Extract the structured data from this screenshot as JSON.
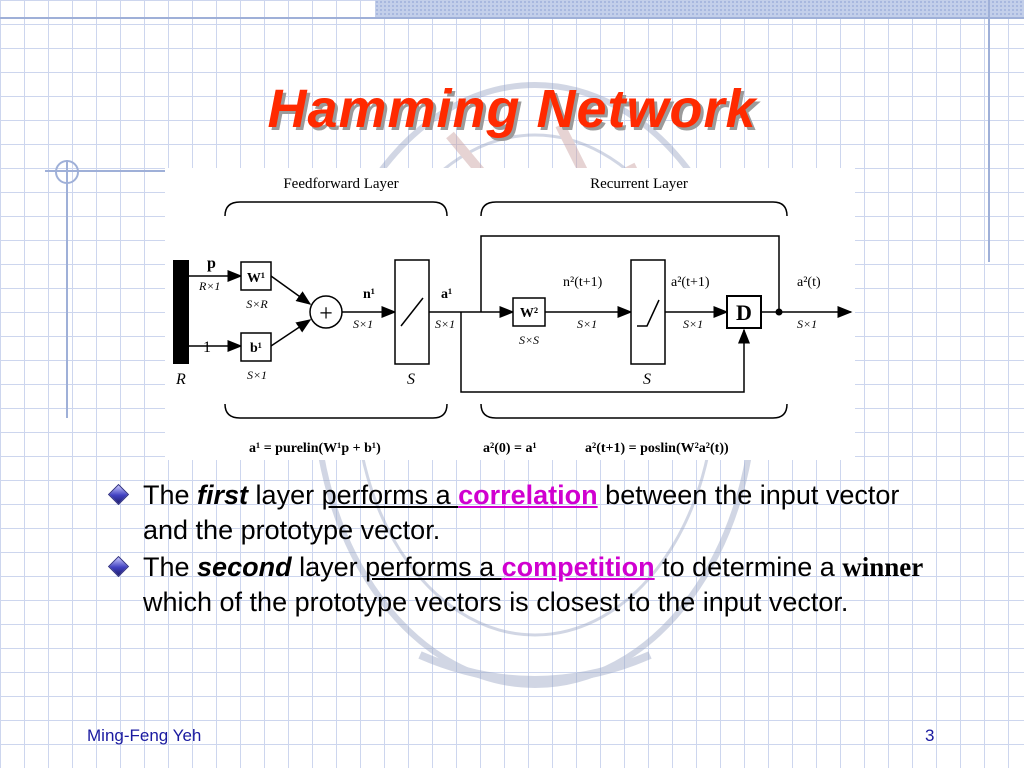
{
  "slide": {
    "title": "Hamming Network",
    "page_number": "3",
    "author": "Ming-Feng Yeh"
  },
  "diagram": {
    "feedforward_label": "Feedforward Layer",
    "recurrent_label": "Recurrent Layer",
    "input": {
      "symbol": "p",
      "dim": "R×1",
      "size_label": "R"
    },
    "bias_input": "1",
    "w1": {
      "label": "W¹",
      "dim": "S×R"
    },
    "b1": {
      "label": "b¹",
      "dim": "S×1"
    },
    "sum_symbol": "+",
    "n1": {
      "label": "n¹",
      "dim": "S×1"
    },
    "a1": {
      "label": "a¹",
      "dim": "S×1"
    },
    "layer1_size": "S",
    "w2": {
      "label": "W²",
      "dim": "S×S"
    },
    "n2": {
      "label": "n²(t+1)",
      "dim": "S×1"
    },
    "a2_next": {
      "label": "a²(t+1)",
      "dim": "S×1"
    },
    "delay": "D",
    "a2": {
      "label": "a²(t)",
      "dim": "S×1"
    },
    "layer2_size": "S",
    "eq1": "a¹ = purelin(W¹p + b¹)",
    "eq2": "a²(0) = a¹",
    "eq3": "a²(t+1) = poslin(W²a²(t))"
  },
  "bullets": [
    {
      "t1": "The ",
      "kw": "first",
      "t2": " layer ",
      "u1": "performs a ",
      "hl": "correlation",
      "t3": " between the input vector and the prototype vector."
    },
    {
      "t1": "The ",
      "kw": "second",
      "t2": " layer ",
      "u1": "performs a ",
      "hl": "competition",
      "t3": " to determine a ",
      "serif": "winner",
      "t4": " which of the prototype vectors is closest to the input vector."
    }
  ],
  "colors": {
    "title": "#ff2a00",
    "highlight": "#d000d0",
    "footer": "#1a1aa0",
    "grid": "#cdd6ee",
    "frame": "#9fb0d8"
  }
}
